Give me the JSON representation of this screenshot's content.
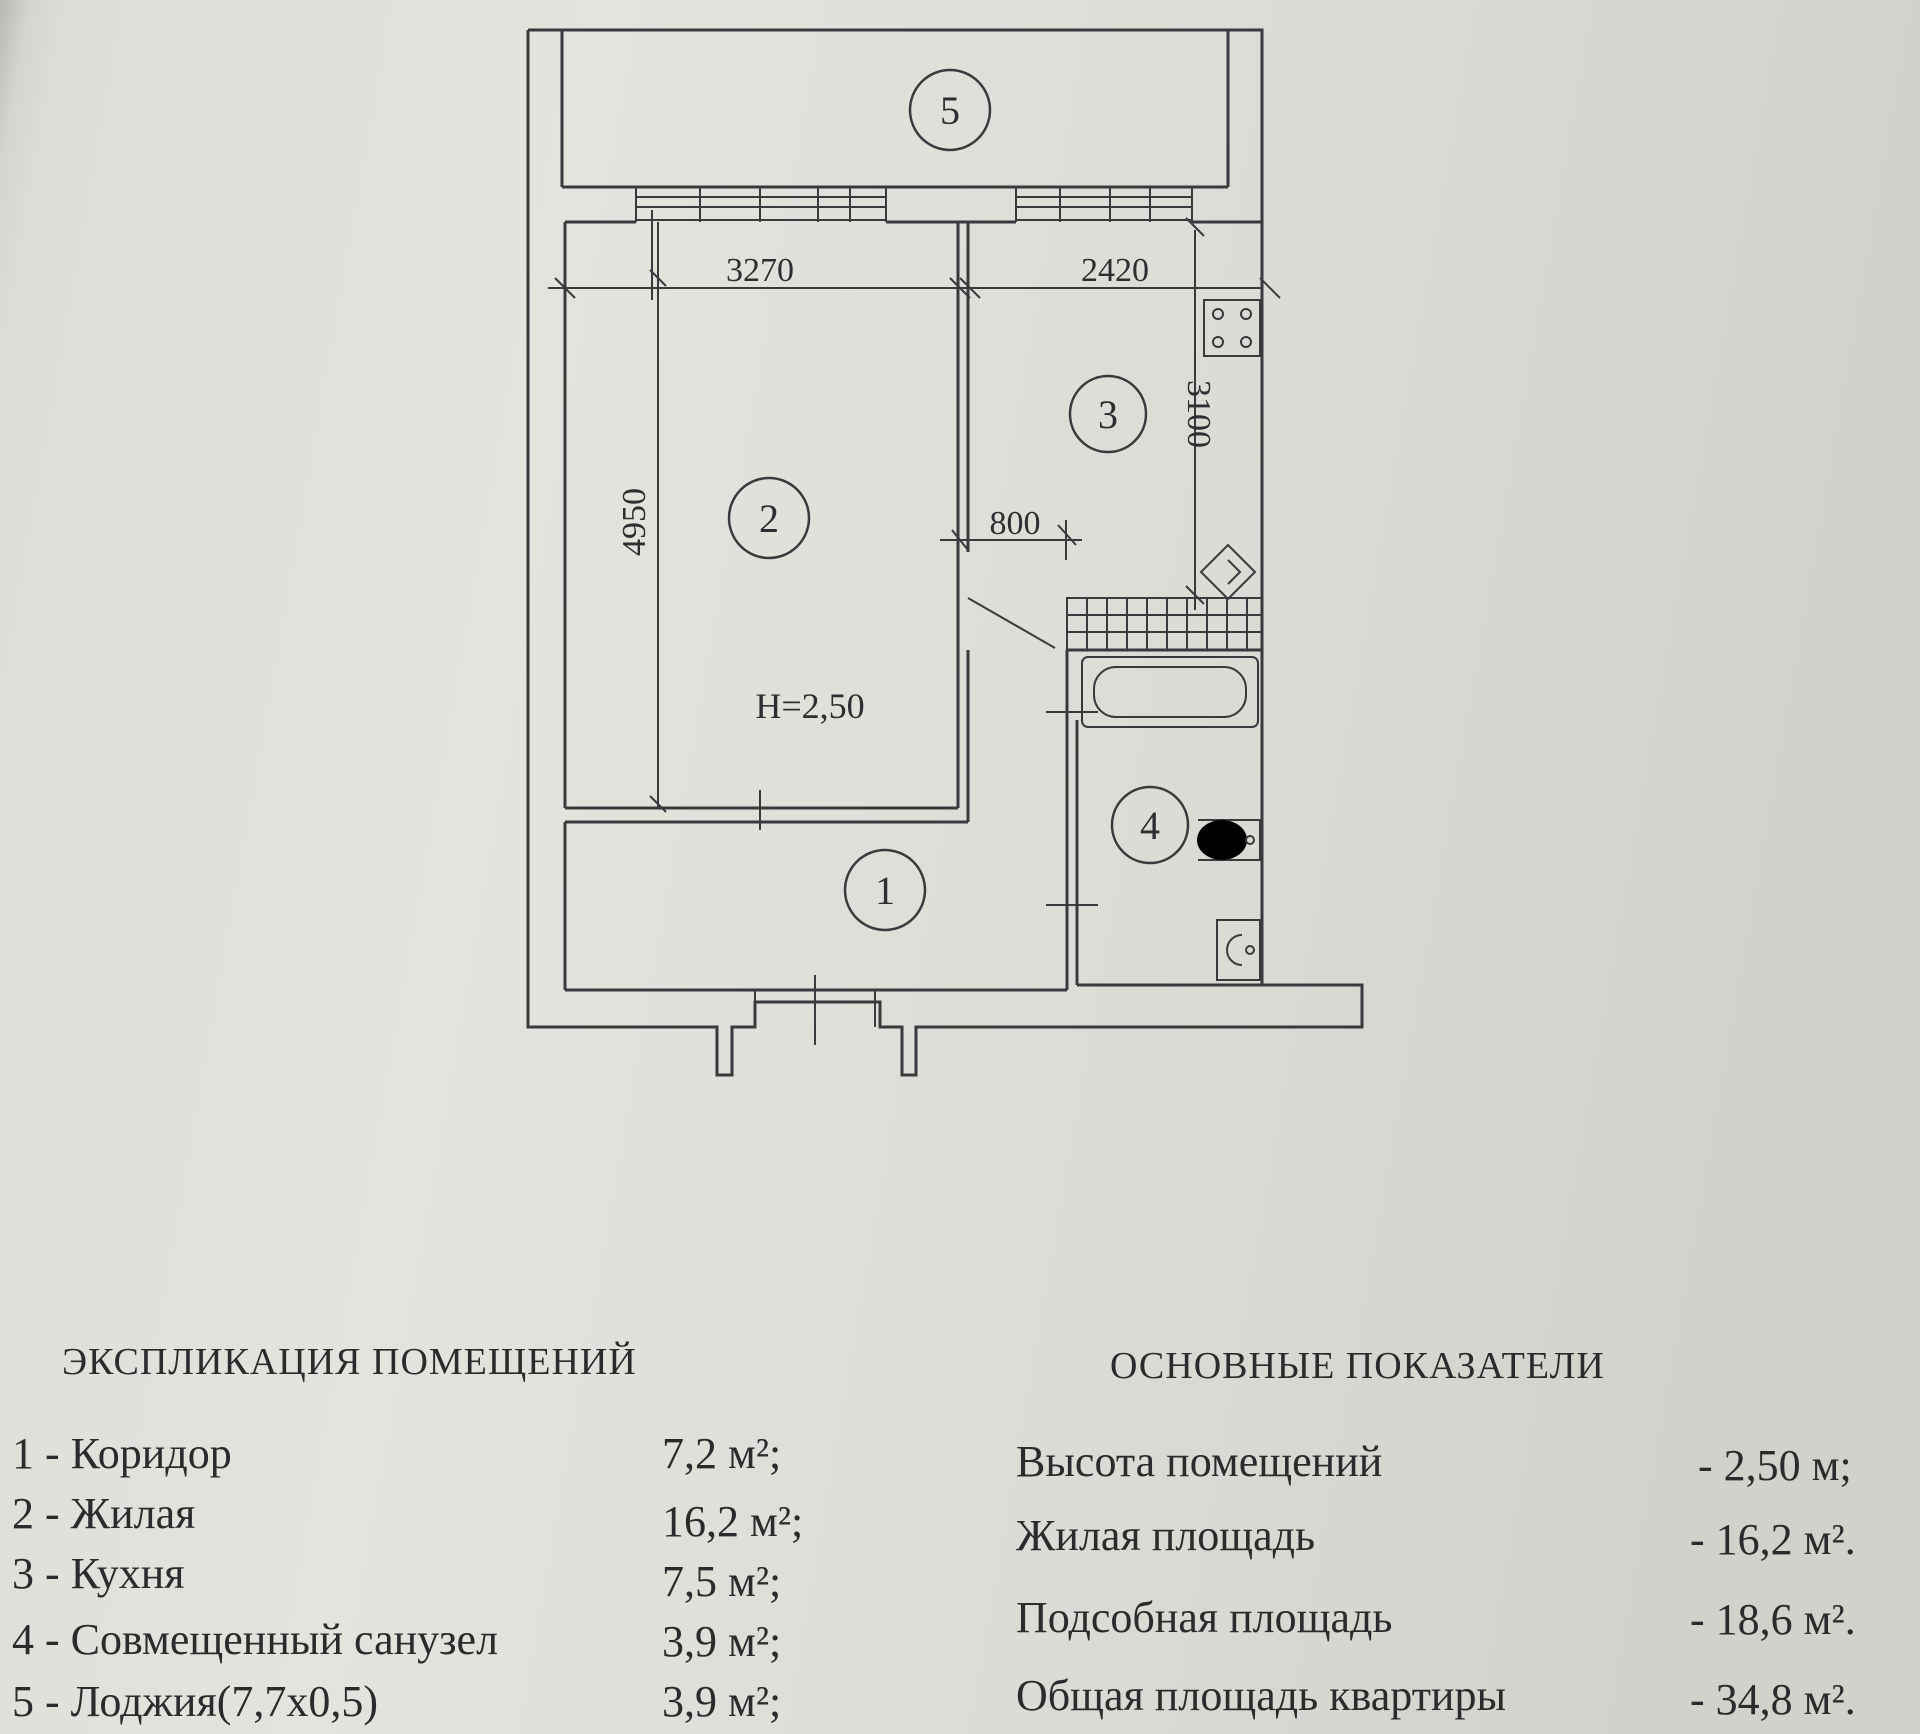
{
  "plan": {
    "rooms": [
      {
        "number": "1"
      },
      {
        "number": "2"
      },
      {
        "number": "3"
      },
      {
        "number": "4"
      },
      {
        "number": "5"
      }
    ],
    "dimensions": {
      "living_width": "3270",
      "kitchen_width": "2420",
      "living_length": "4950",
      "kitchen_length": "3100",
      "door_offset": "800"
    },
    "height_label": "H=2,50"
  },
  "explication": {
    "title": "ЭКСПЛИКАЦИЯ    ПОМЕЩЕНИЙ",
    "items": [
      {
        "name": "1 - Коридор",
        "area": "7,2 м²;"
      },
      {
        "name": "2 - Жилая",
        "area": "16,2 м²;"
      },
      {
        "name": "3 - Кухня",
        "area": "7,5 м²;"
      },
      {
        "name": "4 - Совмещенный санузел",
        "area": "3,9 м²;"
      },
      {
        "name": "5 - Лоджия(7,7х0,5)",
        "area": "3,9 м²;"
      }
    ]
  },
  "indicators": {
    "title": "ОСНОВНЫЕ  ПОКАЗАТЕЛИ",
    "items": [
      {
        "name": "Высота помещений",
        "value": "- 2,50 м;"
      },
      {
        "name": "Жилая площадь",
        "value": "- 16,2 м²."
      },
      {
        "name": "Подсобная площадь",
        "value": "- 18,6 м²."
      },
      {
        "name": "Общая площадь квартиры",
        "value": "- 34,8 м²."
      }
    ]
  }
}
